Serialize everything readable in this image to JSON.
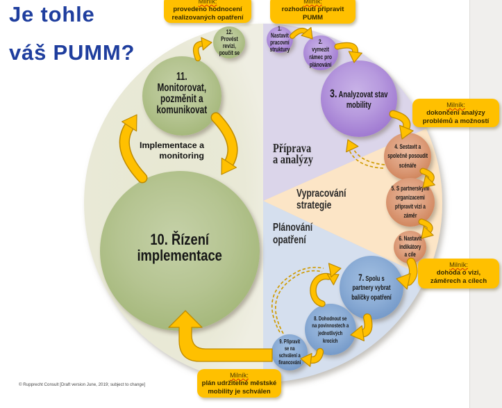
{
  "title": {
    "text": "Je tohle\nváš PUMM?",
    "color": "#1f3e9e"
  },
  "copyright": "© Rupprecht Consult [Draft version June, 2019; subject to change]",
  "phases": {
    "implementace": "Implementace a\nmonitoring",
    "priprava": "Příprava\na analýzy",
    "vypracovani": "Vypracování\nstrategie",
    "planovani": "Plánování\nopatření"
  },
  "milestones": [
    {
      "label": "Milník:",
      "text": "provedeno hodnocení\nrealizovaných opatření"
    },
    {
      "label": "Milník:",
      "text": "rozhodnutí připravit\nPUMM"
    },
    {
      "label": "Milník:",
      "text": "dokončení analýzy\nproblémů a možností"
    },
    {
      "label": "Milník:",
      "text": "dohoda o vizi,\nzáměrech a cílech"
    },
    {
      "label": "Milník:",
      "text": "plán udržitelné městské\nmobility je schválen"
    }
  ],
  "steps": [
    {
      "text": "1.\nNastavit\npracovní\nstruktury",
      "group": "purple"
    },
    {
      "text": "2.\nvymezit\nrámec pro\nplánování",
      "group": "purple"
    },
    {
      "num": "3.",
      "rest": " Analyzovat stav\nmobility",
      "group": "purple"
    },
    {
      "text": "4. Sestavit a\nspolečně posoudit\nscénáře",
      "group": "orange"
    },
    {
      "text": "5. S partnerskými\norganizacemi\npřipravit vizi a\nzáměr",
      "group": "orange"
    },
    {
      "text": "6. Nastavit\nindikátory\na cíle",
      "group": "orange"
    },
    {
      "num": "7.",
      "rest": " Spolu s\npartnery vybrat\nbalíčky opatření",
      "group": "blue"
    },
    {
      "text": "8. Dohodnout se\nna povinnostech a\njednotlivých\nkrocích",
      "group": "blue"
    },
    {
      "text": "9. Připravit\nse na\nschválení a\nfinancování",
      "group": "blue"
    },
    {
      "text": "10. Řízení\nimplementace",
      "group": "green"
    },
    {
      "text": "11.\nMonitorovat,\npozměnit a\nkomunikovat",
      "group": "green"
    },
    {
      "text": "12.\nProvést\nrevizi,\npoučit se",
      "group": "green"
    }
  ],
  "colors": {
    "milestone_bg": "#ffc000",
    "arrow_fill": "#ffc000",
    "arrow_outline": "#bd8a00",
    "sector_left": "#e9e9d6",
    "sector_preparation": "#dbd5ea",
    "sector_strategy": "#fce5c6",
    "sector_measures": "#d5dfee",
    "circle_purple": "#9e77d0",
    "circle_orange": "#cd7e53",
    "circle_blue": "#6e94c5",
    "circle_green": "#a0b474",
    "title_blue": "#1f3e9e"
  }
}
